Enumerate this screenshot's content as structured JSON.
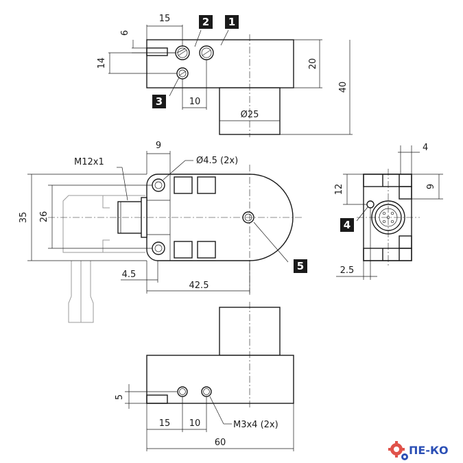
{
  "top_view": {
    "dims": {
      "d15": "15",
      "d6": "6",
      "d14": "14",
      "d10": "10",
      "d20": "20",
      "d40": "40",
      "d25": "Ø25"
    },
    "callouts": {
      "c1": "1",
      "c2": "2",
      "c3": "3"
    }
  },
  "front_view": {
    "dims": {
      "d9": "9",
      "hole": "Ø4.5 (2x)",
      "thread": "M12x1",
      "d35": "35",
      "d26": "26",
      "d4_5": "4.5",
      "d42_5": "42.5"
    },
    "callouts": {
      "c5": "5"
    }
  },
  "side_view": {
    "dims": {
      "d4": "4",
      "d12": "12",
      "d9": "9",
      "d2_5": "2.5"
    },
    "callouts": {
      "c4": "4"
    }
  },
  "bottom_view": {
    "dims": {
      "d5": "5",
      "d15": "15",
      "d10": "10",
      "d60": "60",
      "screw": "M3x4 (2x)"
    }
  },
  "logo": {
    "text": "ПЕ-КО",
    "accent": "#2b4fb5",
    "gear": "#e0524a"
  }
}
